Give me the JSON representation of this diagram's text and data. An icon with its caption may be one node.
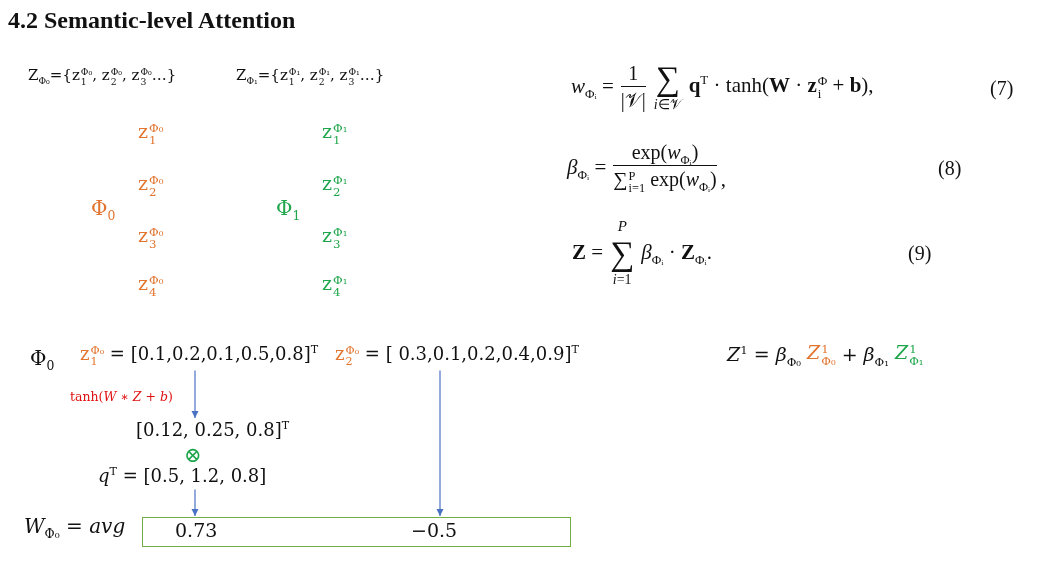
{
  "diagram": {
    "title": "4.2 Semantic-level Attention",
    "nodes": [
      {
        "text": [
          "z$_{1}$$^{Φ₀}$",
          "= [0.1,0.2,0.1,0.5,0.8]$^{T}$"
        ]
      },
      {
        "text": [
          "z$_{2}$$^{Φ₀}$",
          "= [ 0.3,0.1,0.2,0.4,0.9]$^{T}$"
        ]
      },
      {
        "text": [
          "[0.12, 0.25, 0.8]$^{T}$"
        ]
      },
      {
        "text": [
          "*q*$^{T}$ = [0.5, 1.2, 0.8]"
        ]
      },
      {
        "text": [
          "0.73",
          "−0.5"
        ],
        "beside": [
          "*W*$_{Φ₀}$ = *avg*"
        ]
      }
    ],
    "edges": [
      {
        "from": 0,
        "to": 2,
        "arrow": "to",
        "label": "tanh(*W* ∗ *Z* + *b*)"
      },
      {
        "from": 3,
        "to": 4,
        "arrow": "to"
      },
      {
        "from": 1,
        "to": 4,
        "arrow": "to"
      }
    ],
    "labels": [
      "Z$_{Φ₀}$={z$_{1}$$^{Φ₀}$, z$_{2}$$^{Φ₀}$, z$_{3}$$^{Φ₀}$…}",
      "Z$_{Φ₁}$={z$_{1}$$^{Φ₁}$, z$_{2}$$^{Φ₁}$, z$_{3}$$^{Φ₁}$…}",
      "Φ$_{0}$",
      "z$_{1}$$^{Φ₀}$",
      "z$_{2}$$^{Φ₀}$",
      "z$_{3}$$^{Φ₀}$",
      "z$_{4}$$^{Φ₀}$",
      "Φ$_{1}$",
      "z$_{1}$$^{Φ₁}$",
      "z$_{2}$$^{Φ₁}$",
      "z$_{3}$$^{Φ₁}$",
      "z$_{4}$$^{Φ₁}$",
      "*w*$_{Φᵢ}$ =",
      "1",
      "|𝒱|",
      "∑",
      "*i*∈𝒱",
      "**q**$^{T}$ · tanh(**W** · **z**$_{i}$$^{Φ}$ + **b**),",
      "(7)",
      "*β*$_{Φᵢ}$ =",
      "exp(*w*$_{Φᵢ}$)",
      "∑$_{i=1}$$^{P}$ exp(*w*$_{Φᵢ}$)",
      ",",
      "(8)",
      "**Z** =",
      "*P*",
      "∑",
      "*i*=1",
      "*β*$_{Φᵢ}$ · **Z**$_{Φᵢ}$.",
      "(9)",
      "Φ$_{0}$",
      "⊗",
      "*Z*$^{1}$ = *β*$_{Φ₀}$",
      "*Z*$^{1}$$_{Φ₀}$",
      "+ *β*$_{Φ₁}$",
      "*Z*$^{1}$$_{Φ₁}$"
    ]
  }
}
